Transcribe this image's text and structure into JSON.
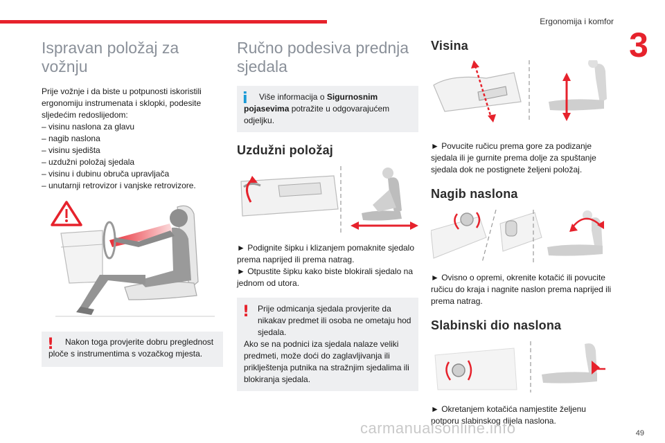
{
  "header": {
    "section_title": "Ergonomija i komfor",
    "chapter_number": "3",
    "page_number": "49"
  },
  "col1": {
    "title": "Ispravan položaj za vožnju",
    "intro": "Prije vožnje i da biste u potpunosti iskoristili ergonomiju instrumenata i sklopki, podesite sljedećim redoslijedom:",
    "items": [
      "– visinu naslona za glavu",
      "– nagib naslona",
      "– visinu sjedišta",
      "– uzdužni položaj sjedala",
      "– visinu i dubinu obruča upravljača",
      "– unutarnji retrovizor i vanjske retrovizore."
    ],
    "warning": "Nakon toga provjerite dobru preglednost ploče s instrumentima s vozačkog mjesta."
  },
  "col2": {
    "title": "Ručno podesiva prednja sjedala",
    "info_pre": "Više informacija o ",
    "info_bold": "Sigurnosnim pojasevima",
    "info_post": " potražite u odgovarajućem odjeljku.",
    "subtitle": "Uzdužni položaj",
    "step1": "► Podignite šipku i klizanjem pomaknite sjedalo prema naprijed ili prema natrag.",
    "step2": "► Otpustite šipku kako biste blokirali sjedalo na jednom od utora.",
    "warning_line1": "Prije odmicanja sjedala provjerite da nikakav predmet ili osoba ne ometaju hod sjedala.",
    "warning_line2": "Ako se na podnici iza sjedala nalaze veliki predmeti, može doći do zaglavljivanja ili priklještenja putnika na stražnjim sjedalima ili blokiranja sjedala."
  },
  "col3": {
    "s1_title": "Visina",
    "s1_text": "► Povucite ručicu prema gore za podizanje sjedala ili je gurnite prema dolje za spuštanje sjedala dok ne postignete željeni položaj.",
    "s2_title": "Nagib naslona",
    "s2_text": "► Ovisno o opremi, okrenite kotačić ili povucite ručicu do kraja i nagnite naslon prema naprijed ili prema natrag.",
    "s3_title": "Slabinski dio naslona",
    "s3_text": "► Okretanjem kotačića namjestite željenu potporu slabinskog dijela naslona."
  },
  "watermark": "carmanualsonline.info",
  "colors": {
    "accent": "#e6222c",
    "info": "#1a9ad6",
    "title_gray": "#8a9099"
  }
}
